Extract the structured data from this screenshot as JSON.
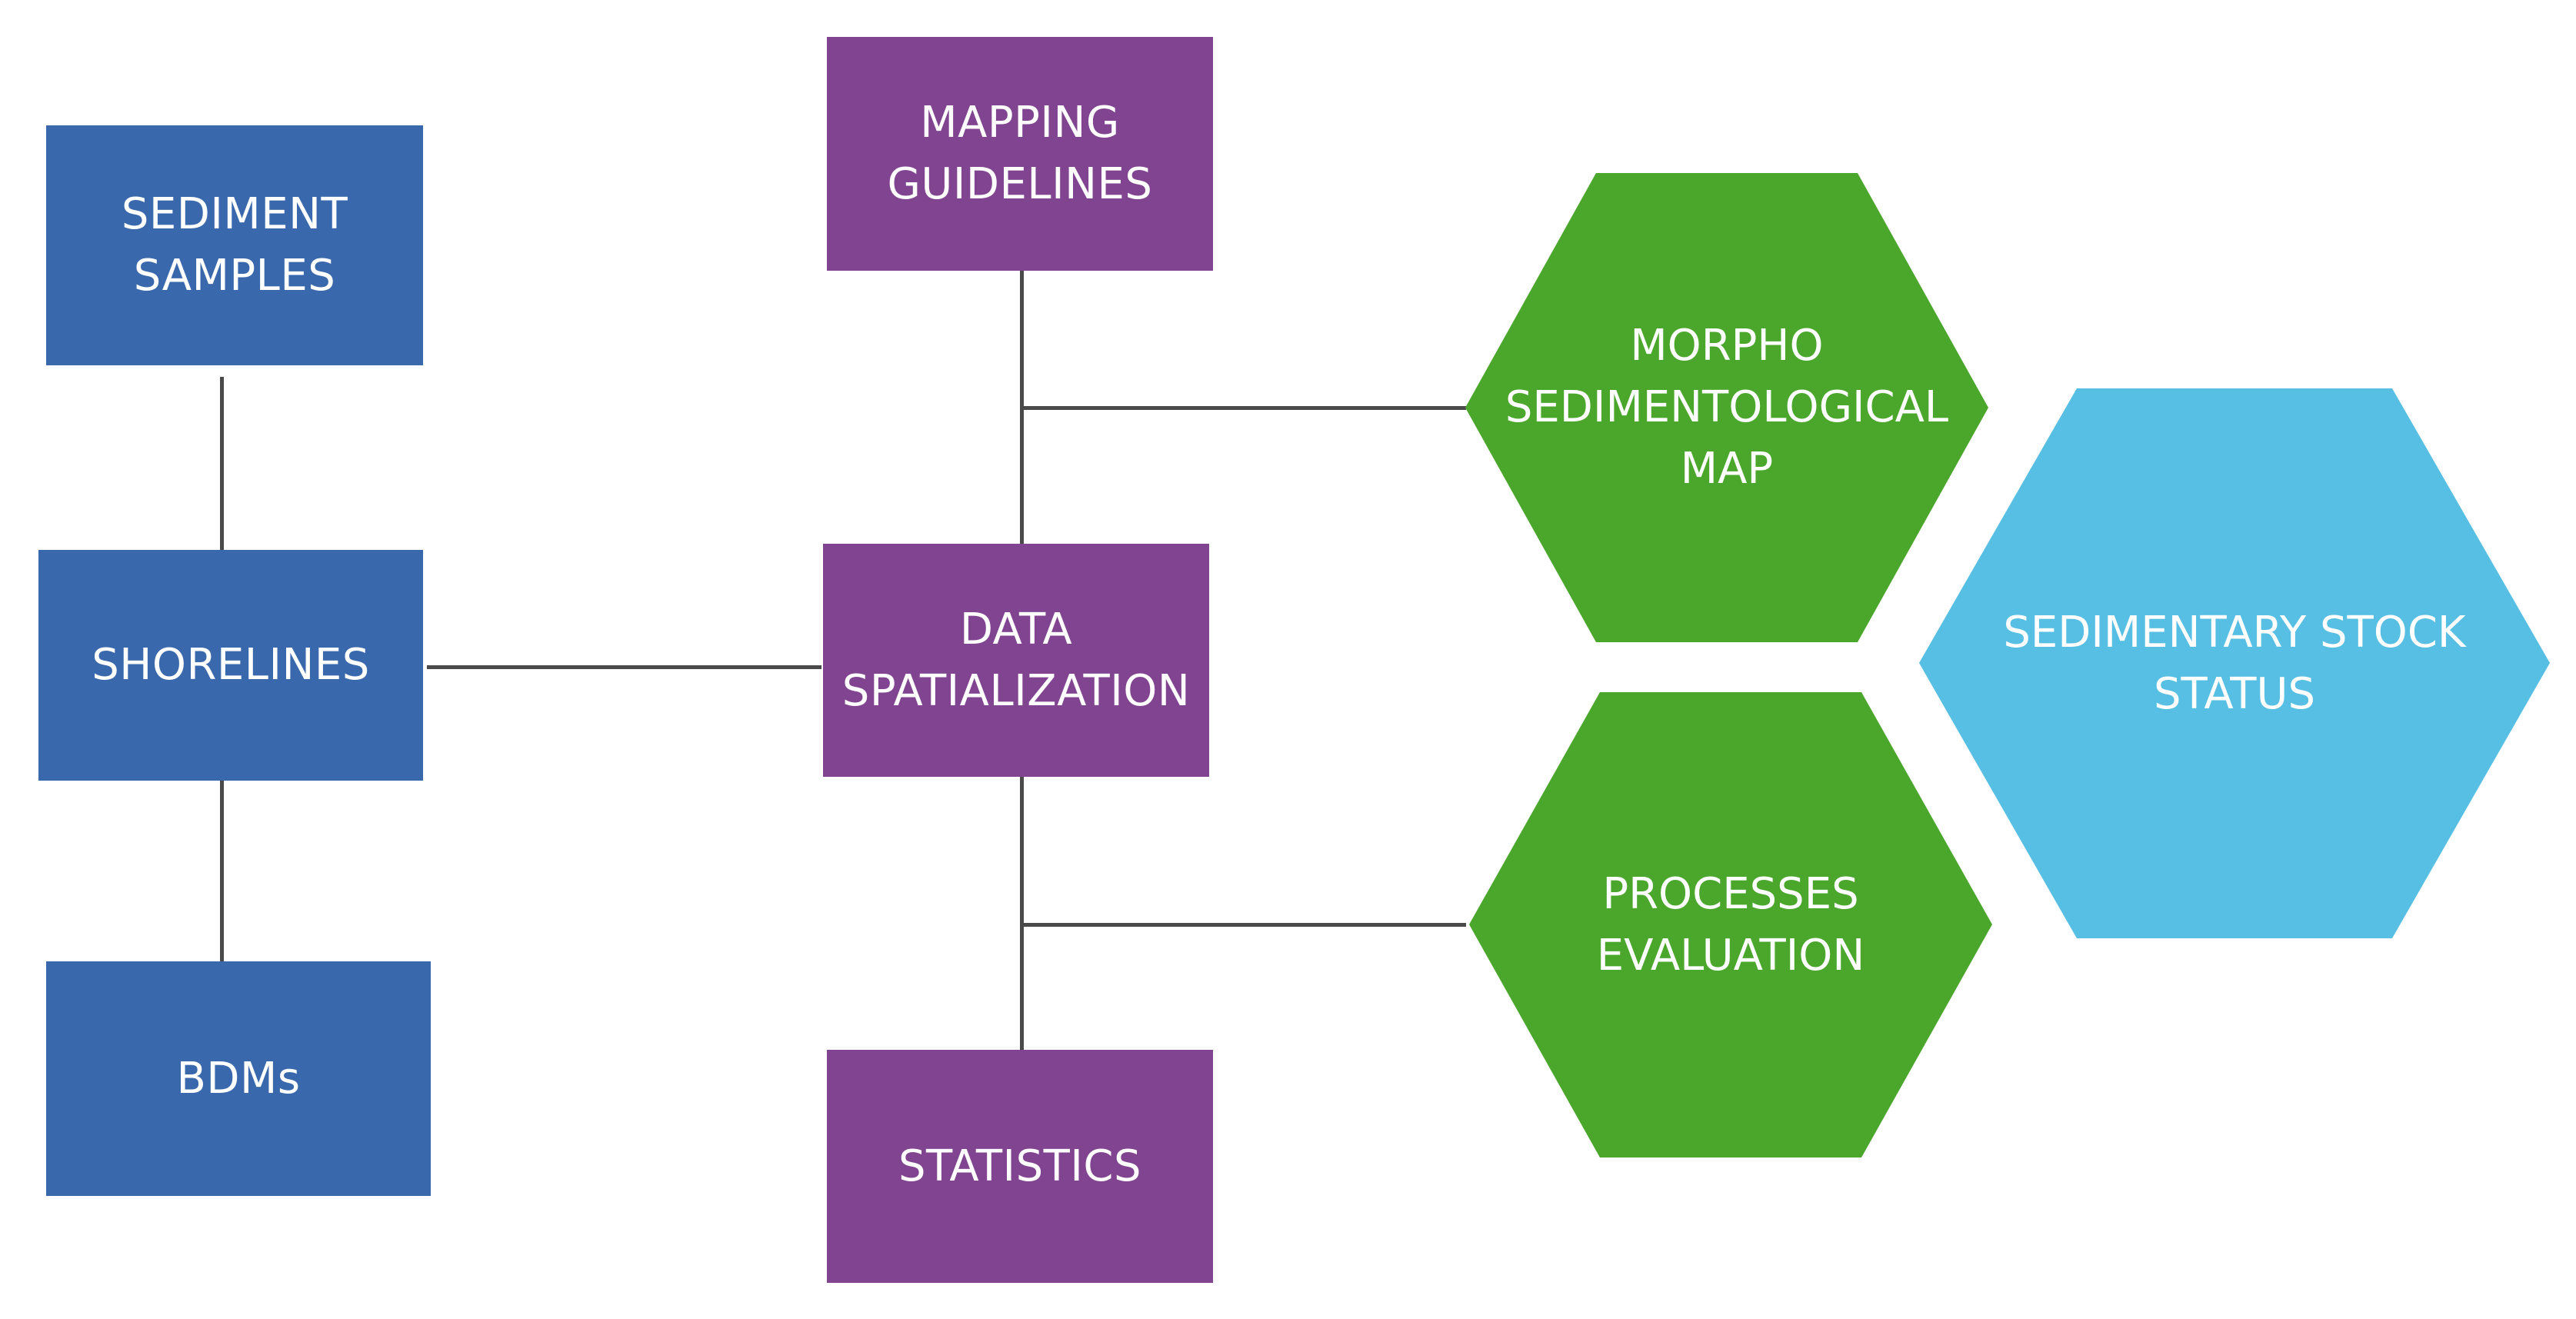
{
  "colors": {
    "input_box": "#3a68ac",
    "process_box": "#804490",
    "output_hex": "#4aa72c",
    "final_hex": "#56bfe3",
    "connector": "#4a4a4a"
  },
  "inputs": {
    "sediment_samples": "SEDIMENT\nSAMPLES",
    "shorelines": "SHORELINES",
    "bdms": "BDMs"
  },
  "process": {
    "mapping_guidelines": "MAPPING\nGUIDELINES",
    "data_spatialization": "DATA\nSPATIALIZATION",
    "statistics": "STATISTICS"
  },
  "outputs": {
    "morpho_map": "MORPHO\nSEDIMENTOLOGICAL\nMAP",
    "processes_evaluation": "PROCESSES\nEVALUATION"
  },
  "final": {
    "sedimentary_stock_status": "SEDIMENTARY STOCK\nSTATUS"
  }
}
